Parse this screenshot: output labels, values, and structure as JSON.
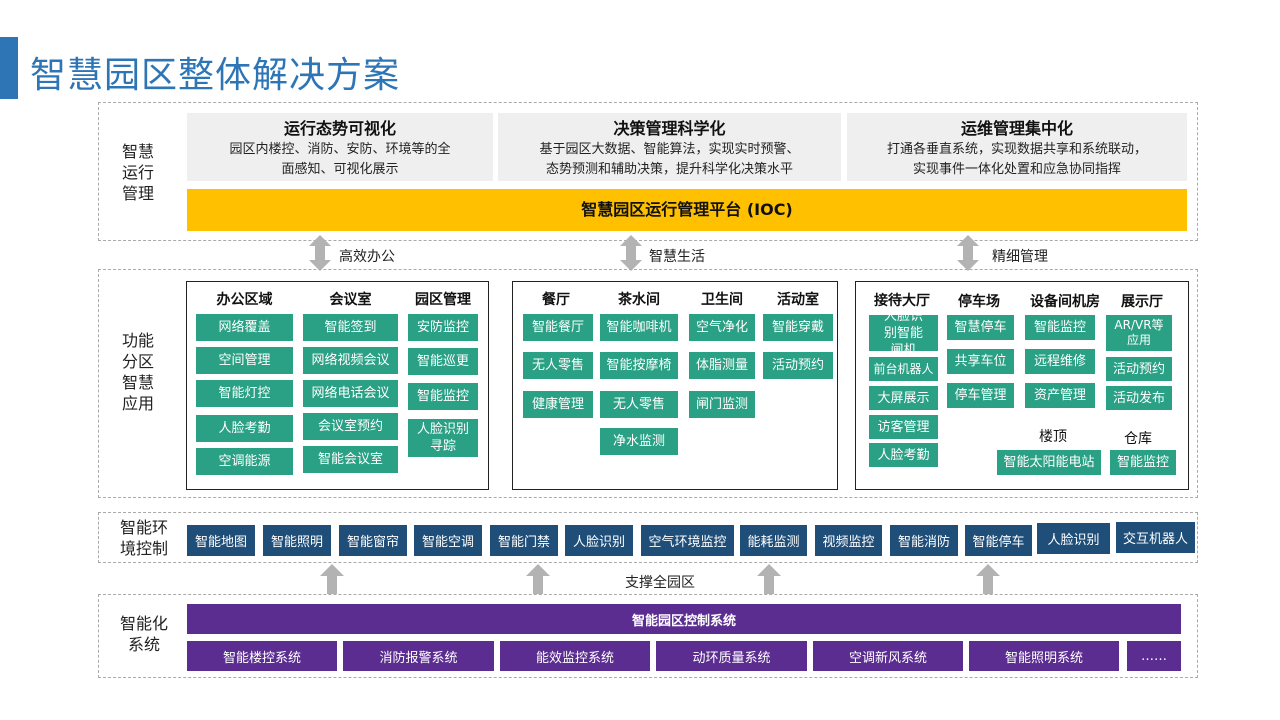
{
  "page_title": "智慧园区整体解决方案",
  "colors": {
    "accent": "#2e75b6",
    "ioc": "#ffc000",
    "green": "#2aa084",
    "navy": "#1f4e79",
    "purple": "#5b2d91"
  },
  "icons": {
    "arrow": "double-arrow-icon",
    "up_arrow": "up-arrow-icon"
  },
  "sections": {
    "operation": {
      "label": [
        "智慧",
        "运行",
        "管理"
      ],
      "cards": [
        {
          "title": "运行态势可视化",
          "desc": [
            "园区内楼控、消防、安防、环境等的全",
            "面感知、可视化展示"
          ]
        },
        {
          "title": "决策管理科学化",
          "desc": [
            "基于园区大数据、智能算法，实现实时预警、",
            "态势预测和辅助决策，提升科学化决策水平"
          ]
        },
        {
          "title": "运维管理集中化",
          "desc": [
            "打通各垂直系统，实现数据共享和系统联动，",
            "实现事件一体化处置和应急协同指挥"
          ]
        }
      ],
      "ioc": "智慧园区运行管理平台 (IOC)"
    },
    "arrows_top": [
      "高效办公",
      "智慧生活",
      "精细管理"
    ],
    "function": {
      "label": [
        "功能",
        "分区",
        "智慧",
        "应用"
      ],
      "office": {
        "headers": [
          "办公区域",
          "会议室",
          "园区管理"
        ],
        "col1": [
          "网络覆盖",
          "空间管理",
          "智能灯控",
          "人脸考勤",
          "空调能源"
        ],
        "col2": [
          "智能签到",
          "网络视频会议",
          "网络电话会议",
          "会议室预约",
          "智能会议室"
        ],
        "col3": [
          "安防监控",
          "智能巡更",
          "智能监控",
          "人脸识别寻踪"
        ]
      },
      "life": {
        "headers": [
          "餐厅",
          "茶水间",
          "卫生间",
          "活动室"
        ],
        "col1": [
          "智能餐厅",
          "无人零售",
          "健康管理"
        ],
        "col2": [
          "智能咖啡机",
          "智能按摩椅",
          "无人零售",
          "净水监测"
        ],
        "col3": [
          "空气净化",
          "体脂测量",
          "闸门监测"
        ],
        "col4": [
          "智能穿戴",
          "活动预约"
        ]
      },
      "manage": {
        "headers": [
          "接待大厅",
          "停车场",
          "设备间机房",
          "展示厅"
        ],
        "col1": [
          "人脸识别智能闸机",
          "前台机器人",
          "大屏展示",
          "访客管理",
          "人脸考勤"
        ],
        "col2": [
          "智慧停车",
          "共享车位",
          "停车管理"
        ],
        "col3": [
          "智能监控",
          "远程维修",
          "资产管理"
        ],
        "col4": [
          "AR/VR等应用",
          "活动预约",
          "活动发布"
        ],
        "roof_label": "楼顶",
        "roof_item": "智能太阳能电站",
        "warehouse_label": "仓库",
        "warehouse_item": "智能监控"
      }
    },
    "environment": {
      "label": [
        "智能环",
        "境控制"
      ],
      "items": [
        "智能地图",
        "智能照明",
        "智能窗帘",
        "智能空调",
        "智能门禁",
        "人脸识别",
        "空气环境监控",
        "能耗监测",
        "视频监控",
        "智能消防",
        "智能停车",
        "人脸识别",
        "交互机器人"
      ]
    },
    "support_label": "支撑全园区",
    "systems": {
      "label": [
        "智能化",
        "系统"
      ],
      "main": "智能园区控制系统",
      "items": [
        "智能楼控系统",
        "消防报警系统",
        "能效监控系统",
        "动环质量系统",
        "空调新风系统",
        "智能照明系统",
        "……"
      ]
    }
  }
}
